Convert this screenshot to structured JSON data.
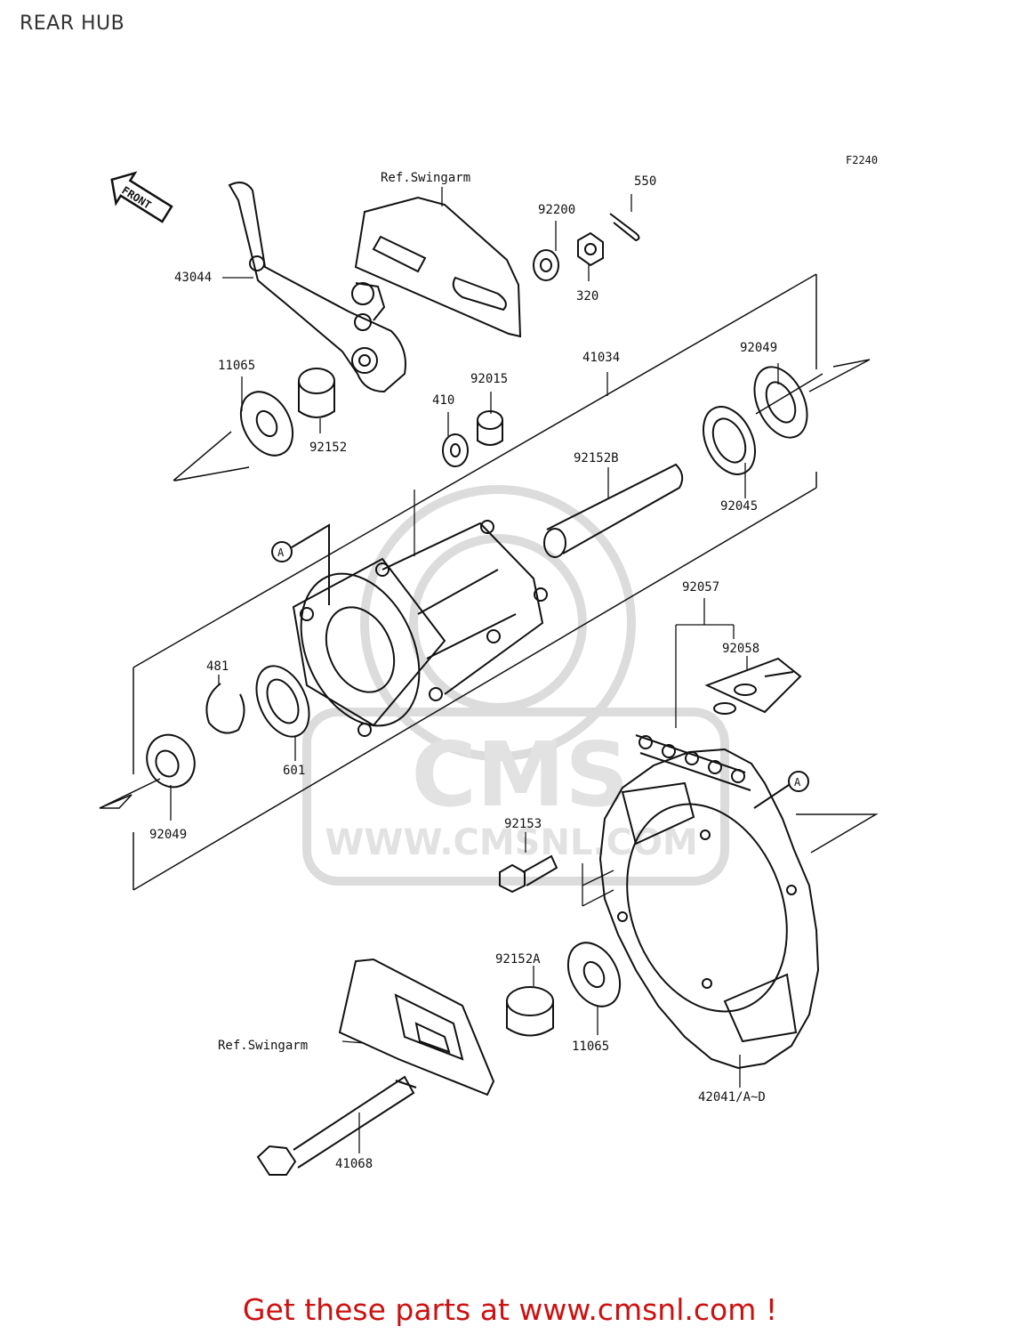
{
  "page": {
    "title": "REAR HUB"
  },
  "diagram": {
    "figure_code": "F2240",
    "front_arrow": "FRONT",
    "callout_marker": "A",
    "watermark_logo": "CMS",
    "watermark_url": "WWW.CMSNL.COM",
    "labels": {
      "ref_swingarm_top": "Ref.Swingarm",
      "ref_swingarm_bottom": "Ref.Swingarm",
      "p43044": "43044",
      "p550": "550",
      "p92200": "92200",
      "p320": "320",
      "p11065_top": "11065",
      "p92152": "92152",
      "p410": "410",
      "p92015": "92015",
      "p41034": "41034",
      "p92049_top": "92049",
      "p92152B": "92152B",
      "p92045": "92045",
      "p92057": "92057",
      "p92058": "92058",
      "p481": "481",
      "p601": "601",
      "p92049_bottom": "92049",
      "p92153": "92153",
      "p92152A": "92152A",
      "p11065_bottom": "11065",
      "p42041": "42041/A~D",
      "p41068": "41068"
    }
  },
  "footer": {
    "link_text": "Get these parts at www.cmsnl.com !",
    "color": "#cc1111"
  },
  "colors": {
    "line": "#111111",
    "watermark": "#dcdcdc"
  }
}
